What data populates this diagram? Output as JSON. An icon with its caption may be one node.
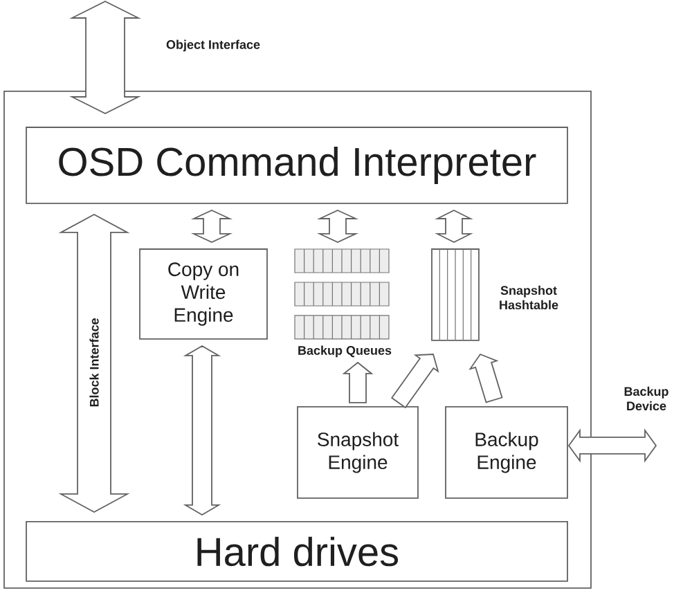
{
  "diagram": {
    "nodes": [
      {
        "text": [],
        "shape": "box"
      },
      {
        "text": [
          "OSD Command Interpreter"
        ],
        "in": 0
      },
      {
        "text": [
          "Copy on Write Engine"
        ],
        "in": 0
      },
      {
        "text": [
          "Backup Queues"
        ],
        "in": 0
      },
      {
        "text": [
          "Snapshot Hashtable"
        ],
        "in": 0
      },
      {
        "text": [
          "Snapshot Engine"
        ],
        "in": 0
      },
      {
        "text": [
          "Backup Engine"
        ],
        "in": 0
      },
      {
        "text": [
          "Hard drives"
        ],
        "in": 0
      }
    ],
    "edges": [
      {
        "from": null,
        "to": 1,
        "arrow": "both",
        "label": "Object Interface"
      },
      {
        "from": 1,
        "to": 7,
        "arrow": "both",
        "label": "Block Interface"
      },
      {
        "from": 1,
        "to": 2,
        "arrow": "both"
      },
      {
        "from": 1,
        "to": 3,
        "arrow": "both"
      },
      {
        "from": 1,
        "to": 4,
        "arrow": "both"
      },
      {
        "from": 2,
        "to": 7,
        "arrow": "both"
      },
      {
        "from": 5,
        "to": 3,
        "arrow": "to"
      },
      {
        "from": 5,
        "to": 4,
        "arrow": "to"
      },
      {
        "from": 6,
        "to": 4,
        "arrow": "to"
      },
      {
        "from": 6,
        "to": null,
        "arrow": "both",
        "label": "Backup Device"
      }
    ]
  }
}
